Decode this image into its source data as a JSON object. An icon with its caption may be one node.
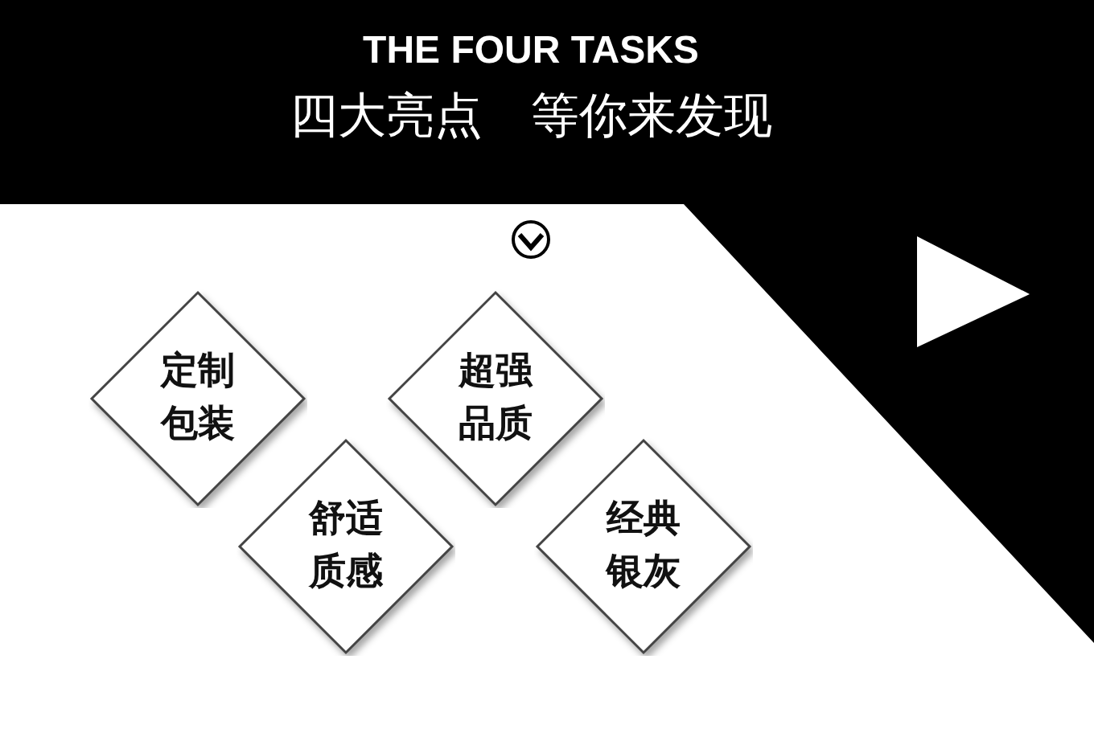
{
  "diagram": {
    "title": "THE FOUR TASKS",
    "nodes": [
      {
        "text": [
          "定制包装"
        ]
      },
      {
        "text": [
          "超强品质"
        ]
      },
      {
        "text": [
          "舒适质感"
        ]
      },
      {
        "text": [
          "经典银灰"
        ]
      }
    ],
    "labels": [
      "四大亮点　等你来发现"
    ]
  }
}
